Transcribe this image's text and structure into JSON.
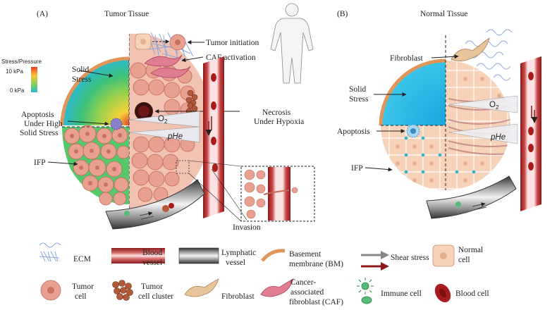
{
  "panel_a": {
    "letter": "(A)",
    "title": "Tumor Tissue",
    "scale_title": "Stress/Pressure",
    "scale_high": "10 kPa",
    "scale_low": "0 kPa",
    "labels": {
      "tumor_initiation": "Tumor initiation",
      "caf_activation": "CAF activation",
      "solid_stress_1": "Solid",
      "solid_stress_2": "Stress",
      "necrosis_1": "Necrosis",
      "necrosis_2": "Under Hypoxia",
      "apoptosis_1": "Apoptosis",
      "apoptosis_2": "Under High",
      "apoptosis_3": "Solid Stress",
      "o2": "O",
      "o2_sub": "2",
      "phe": "pHe",
      "ifp": "IFP",
      "invasion": "Invasion"
    }
  },
  "panel_b": {
    "letter": "(B)",
    "title": "Normal Tissue",
    "labels": {
      "fibroblast": "Fibroblast",
      "solid_stress_1": "Solid",
      "solid_stress_2": "Stress",
      "apoptosis": "Apoptosis",
      "ifp": "IFP",
      "o2": "O",
      "o2_sub": "2",
      "phe": "pHe"
    }
  },
  "legend": {
    "ecm": "ECM",
    "blood_vessel_1": "Blood",
    "blood_vessel_2": "vessel",
    "lymphatic_1": "Lymphatic",
    "lymphatic_2": "vessel",
    "bm_1": "Basement",
    "bm_2": "membrane (BM)",
    "shear": "Shear stress",
    "normal_1": "Normal",
    "normal_2": "cell",
    "tumor_1": "Tumor",
    "tumor_2": "cell",
    "cluster_1": "Tumor",
    "cluster_2": "cell cluster",
    "fibroblast": "Fibroblast",
    "caf_1": "Cancer-",
    "caf_2": "associated",
    "caf_3": "fibroblast (CAF)",
    "immune": "Immune cell",
    "blood_cell": "Blood cell"
  },
  "colors": {
    "tumor_cell": "#e8a090",
    "normal_cell": "#f6d2b8",
    "vessel": "#8b1a1a",
    "bm": "#e0955a",
    "ecm": "#8aa6d6",
    "ifp_green": "#55c86a"
  }
}
